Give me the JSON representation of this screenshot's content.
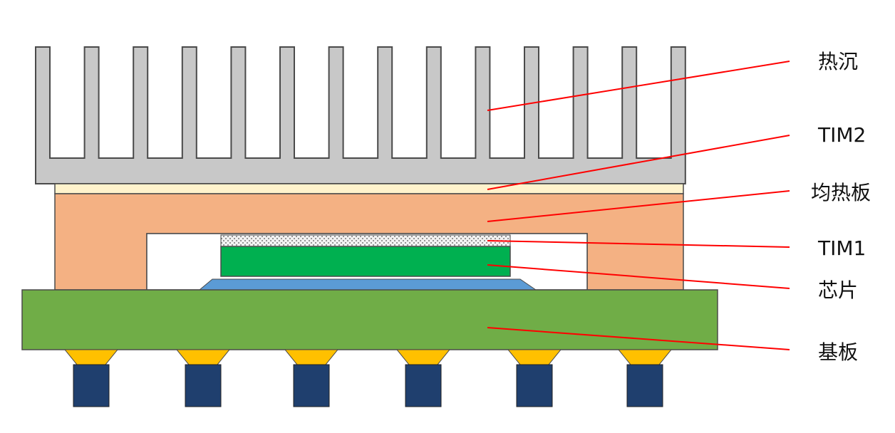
{
  "labels": {
    "heatsink": "热沉",
    "tim2": "TIM2",
    "spreader": "均热板",
    "tim1": "TIM1",
    "chip": "芯片",
    "substrate": "基板"
  },
  "colors": {
    "heatsink": "#c8c8c8",
    "heatsink_stroke": "#4a4a4a",
    "tim2": "#fff3cc",
    "spreader": "#f4b183",
    "tim1": "#f2f2f2",
    "chip": "#00b050",
    "underfill": "#5b9bd5",
    "substrate": "#70ad47",
    "solder": "#ffc000",
    "pin": "#1f3f6e",
    "leader": "#ff0000"
  }
}
